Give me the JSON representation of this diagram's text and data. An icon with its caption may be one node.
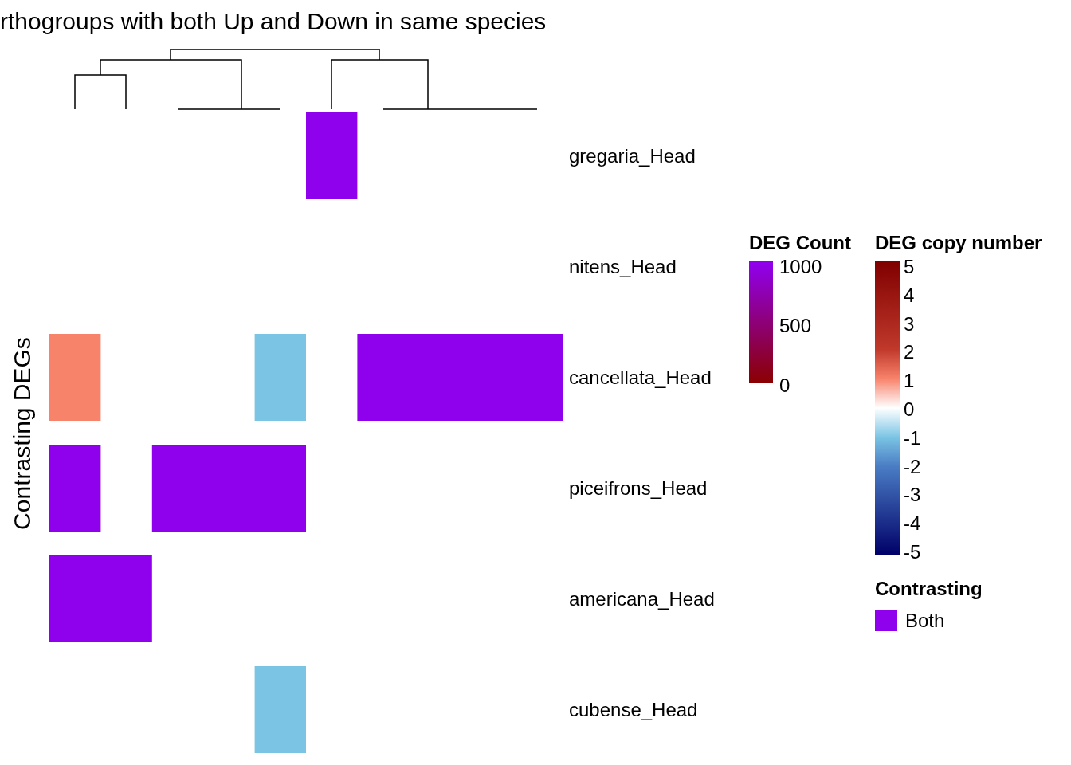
{
  "diagram": {
    "title": "rthogroups with both Up and Down in same species",
    "labels": [
      "gregaria_Head",
      "nitens_Head",
      "cancellata_Head",
      "piceifrons_Head",
      "americana_Head",
      "cubense_Head",
      "Contrasting DEGs",
      "DEG Count",
      "1000",
      "500",
      "0",
      "DEG copy number",
      "5",
      "4",
      "3",
      "2",
      "1",
      "0",
      "-1",
      "-2",
      "-3",
      "-4",
      "-5",
      "Contrasting"
    ],
    "legend": [
      {
        "text": "Both",
        "color": "#8f00ec"
      }
    ]
  }
}
